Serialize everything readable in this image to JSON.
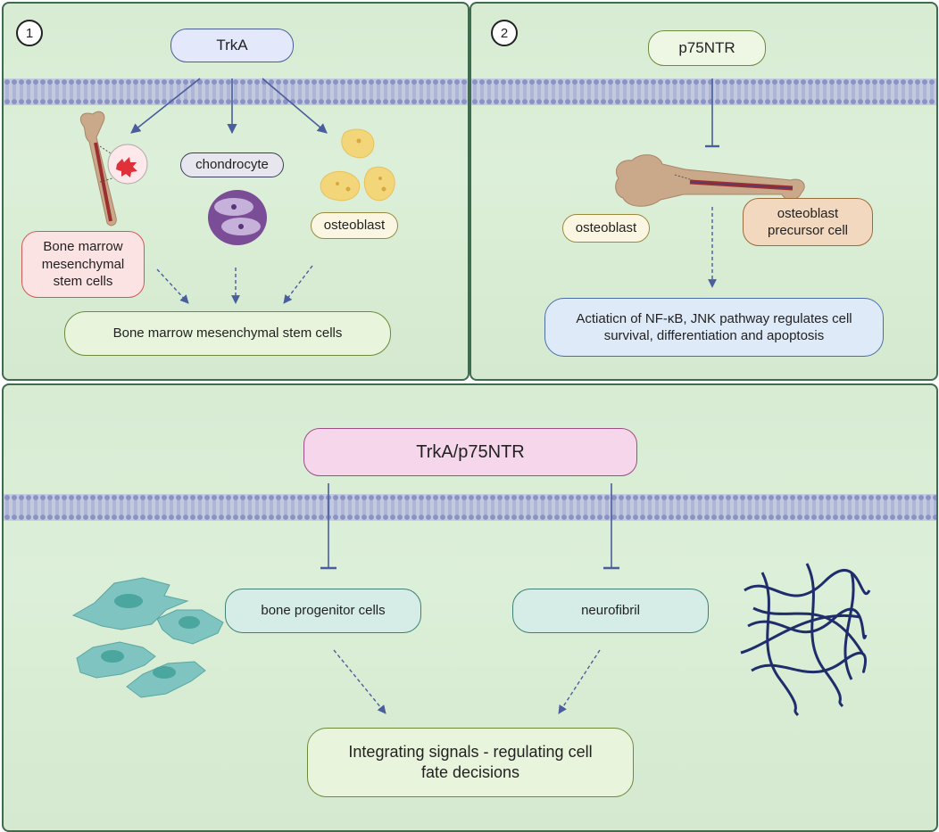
{
  "panel1": {
    "number": "1",
    "receptor": "TrkA",
    "bmsc_label": "Bone marrow mesenchymal stem cells",
    "chondrocyte_label": "chondrocyte",
    "osteoblast_label": "osteoblast",
    "result": "Bone marrow mesenchymal stem cells"
  },
  "panel2": {
    "number": "2",
    "receptor": "p75NTR",
    "osteoblast_label": "osteoblast",
    "precursor_label": "osteoblast precursor cell",
    "result": "Actiaticn of NF-κB, JNK pathway regulates cell survival, differentiation and apoptosis"
  },
  "panel3": {
    "receptor": "TrkA/p75NTR",
    "left_target": "bone progenitor cells",
    "right_target": "neurofibril",
    "result": "Integrating signals - regulating cell fate decisions"
  },
  "colors": {
    "panel_border": "#3f6b4f",
    "panel_bg": "#d8ecd4",
    "arrow": "#4a5d9c",
    "membrane": "#8a93c4",
    "trka_pill": "#e3e8fb",
    "p75_pill": "#eef6e4",
    "bmsc_pill": "#fbe3e3",
    "result_pill": "#e9f4dd",
    "apoptosis_pill": "#deeaf8",
    "combo_pill": "#f5d6ea",
    "target_pill": "#d6ece6"
  }
}
